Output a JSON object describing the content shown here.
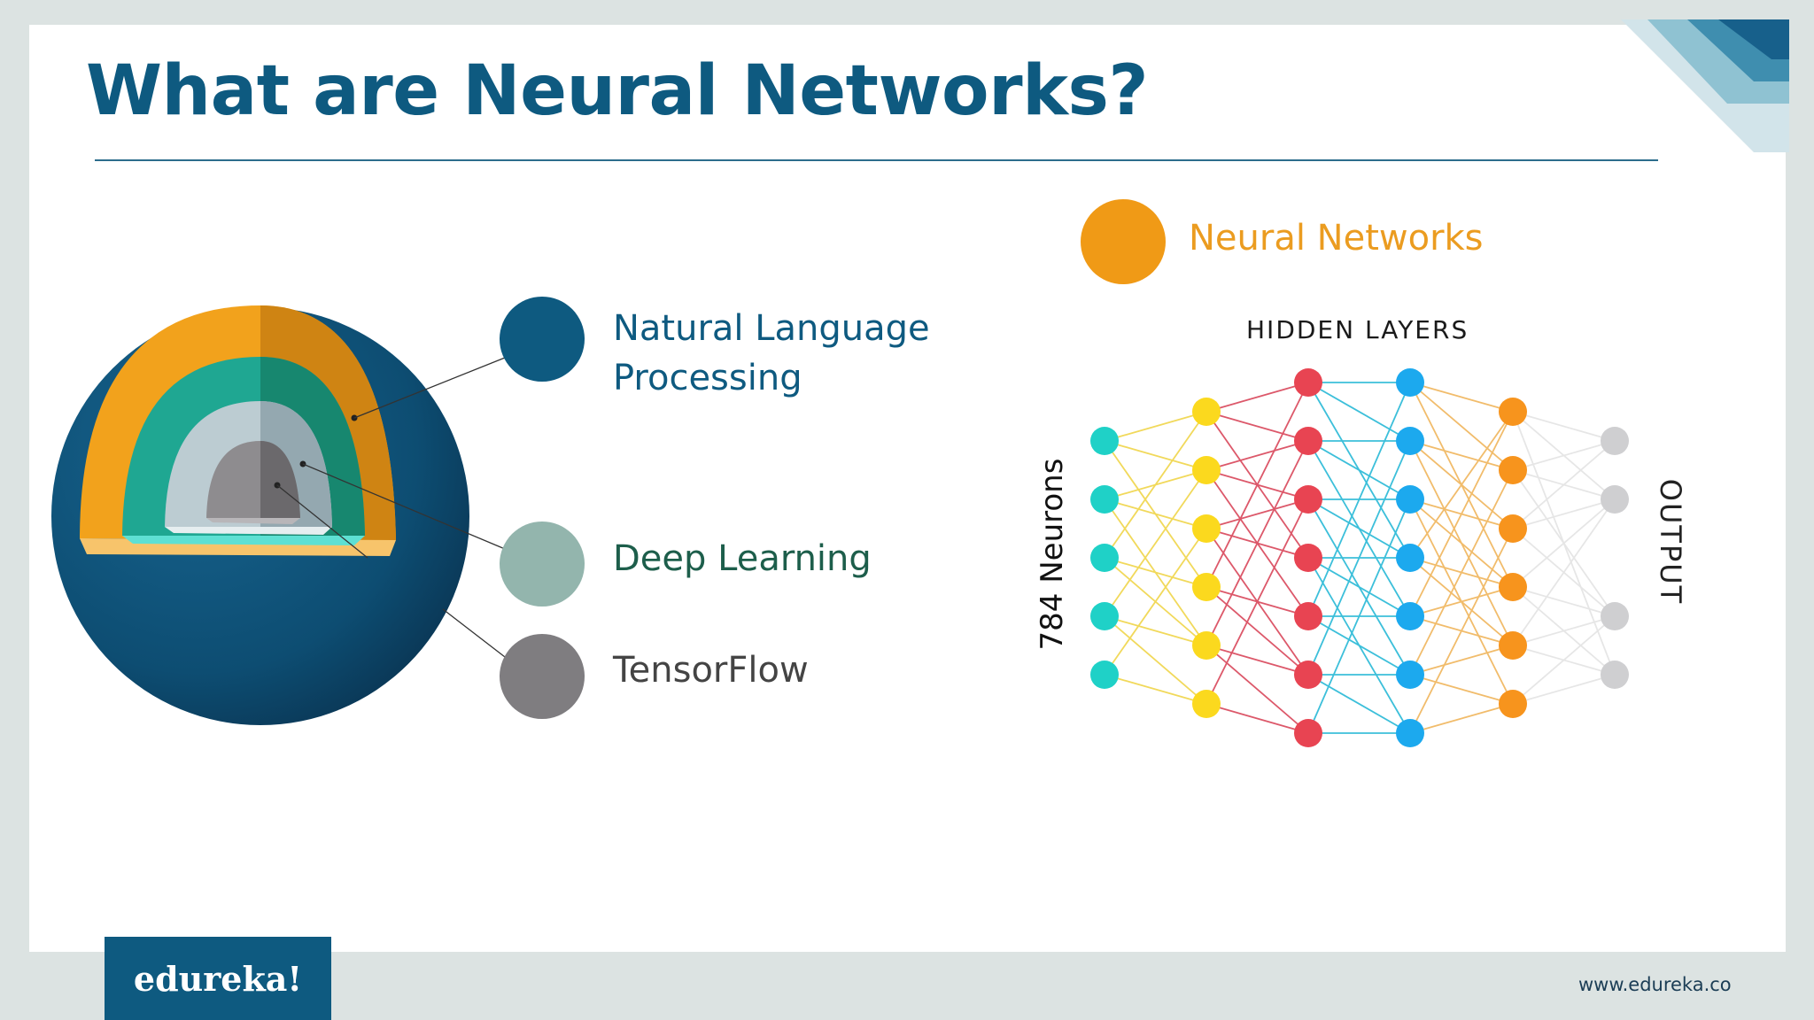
{
  "slide": {
    "title": "What are Neural Networks?"
  },
  "legend": {
    "nlp_label_line1": "Natural Language",
    "nlp_label_line2": "Processing",
    "deep_learning_label": "Deep Learning",
    "tensorflow_label": "TensorFlow",
    "neural_networks_label": "Neural Networks"
  },
  "network": {
    "hidden_layers_label": "HIDDEN   LAYERS",
    "input_label": "784 Neurons",
    "output_label": "OUTPUT",
    "layer_node_counts": [
      5,
      6,
      7,
      7,
      6,
      4
    ]
  },
  "footer": {
    "logo_text": "edureka!",
    "url": "www.edureka.co"
  },
  "colors": {
    "title_blue": "#0e5a80",
    "nlp_blue": "#0e5a80",
    "deep_learning_sage": "#93b5ad",
    "tensorflow_gray": "#7f7d80",
    "neural_orange": "#f09a16",
    "input_teal": "#1fd1c7",
    "hidden1_yellow": "#fbd91e",
    "hidden2_red": "#e84452",
    "hidden3_blue": "#1ca9ee",
    "hidden4_orange": "#f7941d",
    "output_gray": "#cfcfd1"
  }
}
